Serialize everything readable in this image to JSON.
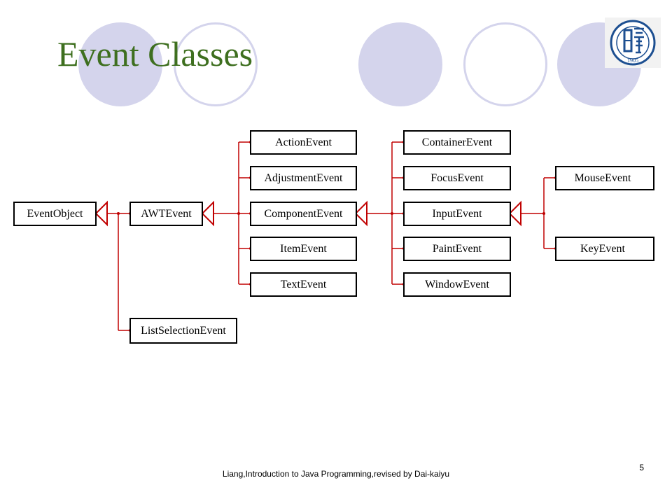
{
  "slide": {
    "title": "Event Classes",
    "footer": "Liang,Introduction to Java Programming,revised by Dai-kaiyu",
    "page_number": "5",
    "logo_year": "1905"
  },
  "diagram": {
    "classes": {
      "event_object": "EventObject",
      "awt_event": "AWTEvent",
      "list_selection_event": "ListSelectionEvent",
      "action_event": "ActionEvent",
      "adjustment_event": "AdjustmentEvent",
      "component_event": "ComponentEvent",
      "item_event": "ItemEvent",
      "text_event": "TextEvent",
      "container_event": "ContainerEvent",
      "focus_event": "FocusEvent",
      "input_event": "InputEvent",
      "paint_event": "PaintEvent",
      "window_event": "WindowEvent",
      "mouse_event": "MouseEvent",
      "key_event": "KeyEvent"
    },
    "line_color": "#c00000",
    "title_color": "#3e6f1f",
    "circle_color": "#d4d4ec"
  }
}
